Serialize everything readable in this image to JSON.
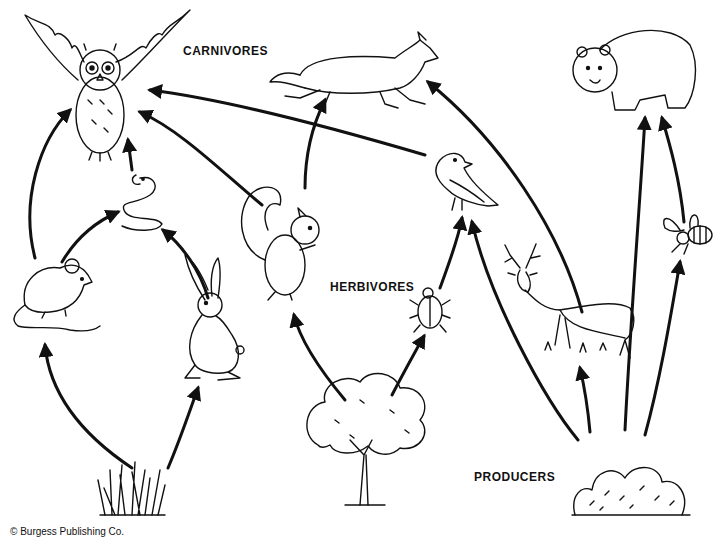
{
  "diagram": {
    "labels": [
      "CARNIVORES",
      "HERBIVORES",
      "PRODUCERS",
      "© Burgess Publishing Co."
    ]
  }
}
